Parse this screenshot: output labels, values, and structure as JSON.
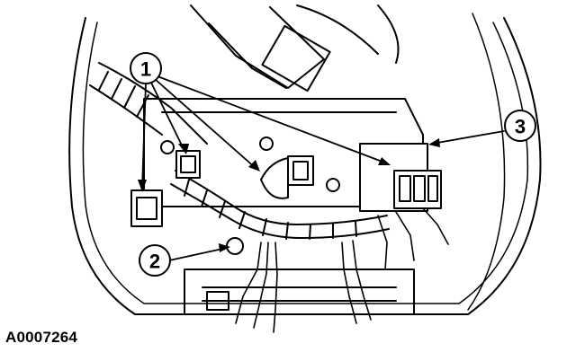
{
  "figure": {
    "id": "A0007264"
  },
  "callouts": [
    {
      "number": "1"
    },
    {
      "number": "2"
    },
    {
      "number": "3"
    }
  ]
}
